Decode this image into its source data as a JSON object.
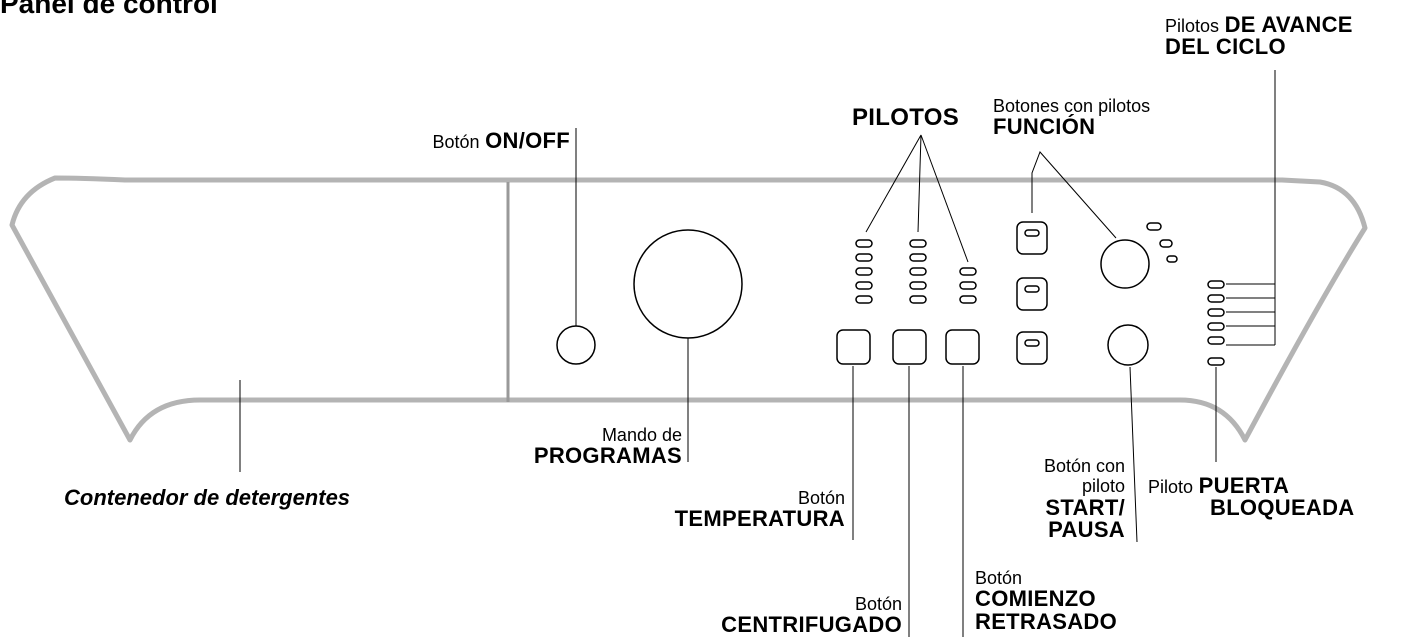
{
  "title": "Panel de control",
  "labels": {
    "ciclo_thin": "Pilotos",
    "ciclo_bold_1": "DE AVANCE",
    "ciclo_bold_2": "DEL CICLO",
    "funcion_thin": "Botones con pilotos",
    "funcion_bold": "FUNCIÓN",
    "pilotos_bold": "PILOTOS",
    "onoff_thin": "Botón",
    "onoff_bold": "ON/OFF",
    "programas_thin": "Mando de",
    "programas_bold": "PROGRAMAS",
    "detergentes": "Contenedor de detergentes",
    "temperatura_thin": "Botón",
    "temperatura_bold": "TEMPERATURA",
    "centrifugado_thin": "Botón",
    "centrifugado_bold": "CENTRIFUGADO",
    "comienzo_thin": "Botón",
    "comienzo_bold_1": "COMIENZO",
    "comienzo_bold_2": "RETRASADO",
    "start_thin_1": "Botón con",
    "start_thin_2": "piloto",
    "start_bold_1": "START/",
    "start_bold_2": "PAUSA",
    "puerta_thin": "Piloto",
    "puerta_bold_1": "PUERTA",
    "puerta_bold_2": "BLOQUEADA"
  },
  "colors": {
    "panel_outline": "#b4b4b4",
    "line": "#000000"
  }
}
